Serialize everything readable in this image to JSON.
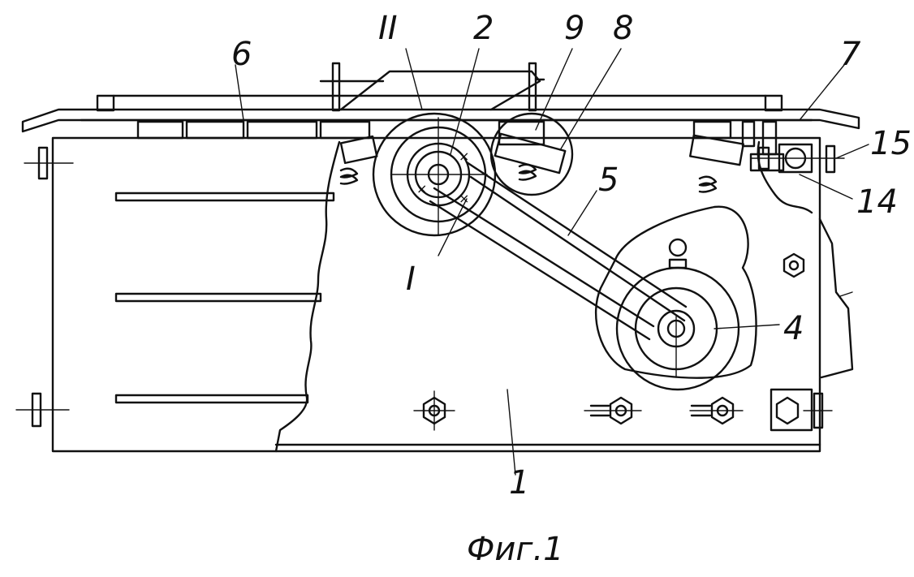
{
  "caption": "Фиг.1",
  "labels": {
    "roman_2": "II",
    "n2": "2",
    "n9": "9",
    "n8": "8",
    "n6": "6",
    "n7": "7",
    "n15": "15",
    "n5": "5",
    "n14": "14",
    "roman_1": "I",
    "n4": "4",
    "n1": "1"
  }
}
